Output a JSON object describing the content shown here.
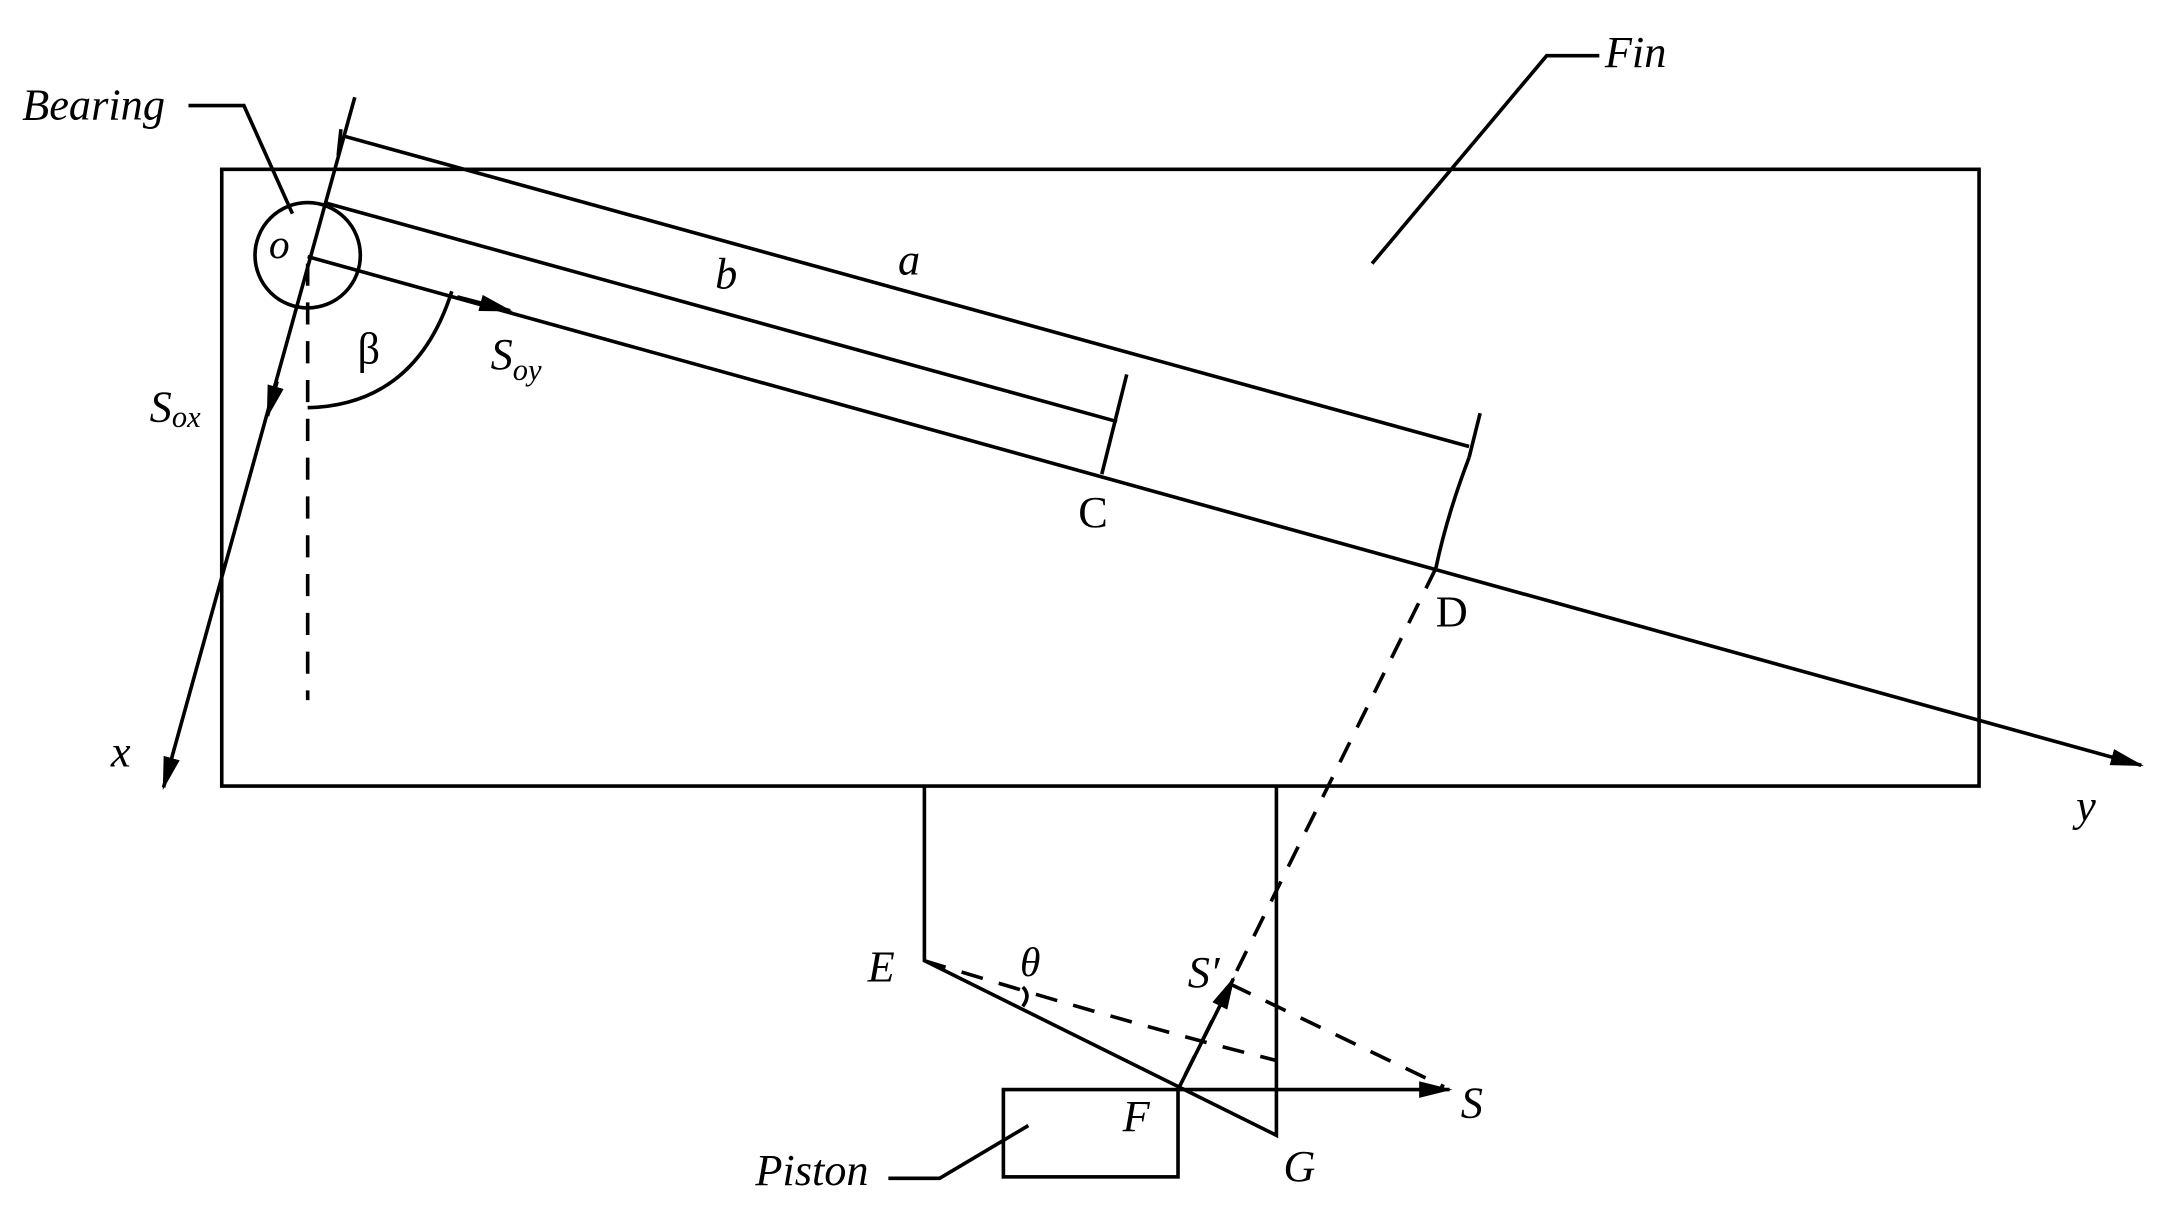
{
  "labels": {
    "fin": "Fin",
    "bearing": "Bearing",
    "piston": "Piston",
    "origin": "o",
    "a": "a",
    "b": "b",
    "c": "C",
    "d": "D",
    "e": "E",
    "f": "F",
    "g": "G",
    "x_axis": "x",
    "y_axis": "y",
    "beta": "β",
    "theta": "θ",
    "s": "S",
    "s_prime": "S′",
    "s_ox_main": "S",
    "s_ox_sub": "ox",
    "s_oy_main": "S",
    "s_oy_sub": "oy"
  },
  "colors": {
    "stroke": "#000000",
    "background": "#ffffff"
  }
}
